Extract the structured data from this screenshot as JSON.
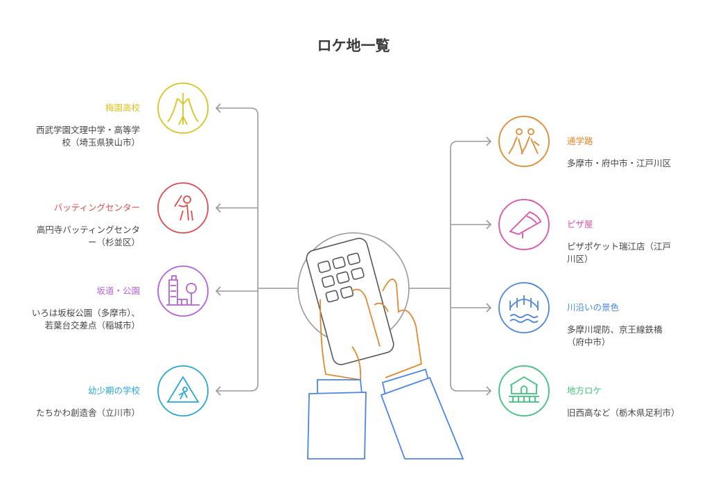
{
  "title": "ロケ地一覧",
  "left": [
    {
      "title": "梅園高校",
      "desc": "西武学園文理中学・高等学校（埼玉県狭山市）",
      "color": "#dcc21e",
      "icon": "tree-icon"
    },
    {
      "title": "バッティングセンター",
      "desc": "高円寺バッティングセンター（杉並区）",
      "color": "#e04a4a",
      "icon": "baseball-batter-icon"
    },
    {
      "title": "坂道・公園",
      "desc": "いろは坂桜公園（多摩市）、若葉台交差点（稲城市）",
      "color": "#b55fe0",
      "icon": "city-park-icon"
    },
    {
      "title": "幼少期の学校",
      "desc": "たちかわ創造舎（立川市）",
      "color": "#27a6d8",
      "icon": "children-crossing-icon"
    }
  ],
  "right": [
    {
      "title": "通学路",
      "desc": "多摩市・府中市・江戸川区",
      "color": "#e0892e",
      "icon": "walking-people-icon"
    },
    {
      "title": "ピザ屋",
      "desc": "ピザポケット瑞江店（江戸川区）",
      "color": "#df4fa6",
      "icon": "pizza-slice-icon"
    },
    {
      "title": "川沿いの景色",
      "desc": "多摩川堤防、京王線鉄橋（府中市）",
      "color": "#4a85e6",
      "icon": "bridge-river-icon"
    },
    {
      "title": "地方ロケ",
      "desc": "旧西高など（栃木県足利市）",
      "color": "#3dc27a",
      "icon": "house-icon"
    }
  ]
}
